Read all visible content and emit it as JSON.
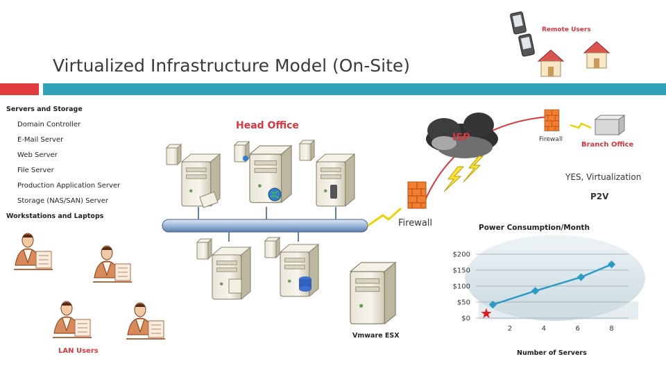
{
  "slide": {
    "title": "Virtualized Infrastructure Model (On-Site)"
  },
  "sidebar": {
    "group1": "Servers and Storage",
    "items": [
      "Domain Controller",
      "E-Mail Server",
      "Web Server",
      "File Server",
      "Production Application Server",
      "Storage (NAS/SAN) Server"
    ],
    "group2": "Workstations and Laptops"
  },
  "labels": {
    "head_office": "Head Office",
    "remote_users": "Remote Users",
    "branch_office": "Branch Office",
    "isp": "ISP",
    "firewall_main": "Firewall",
    "firewall_branch": "Firewall",
    "vmware": "Vmware ESX",
    "lan_users": "LAN Users",
    "yes_virtualization": "YES, Virtualization",
    "p2v": "P2V"
  },
  "colors": {
    "accent_red": "#d9363e",
    "accent_blue": "#2fa3b8",
    "series": "#2a9bc4"
  },
  "chart_data": {
    "type": "line",
    "title": "Power Consumption/Month",
    "xlabel": "Number of Servers",
    "ylabel": "",
    "x": [
      1,
      3.5,
      6.2,
      8
    ],
    "values": [
      42,
      85,
      128,
      168
    ],
    "xticks": [
      "2",
      "4",
      "6",
      "8"
    ],
    "yticks": [
      "$0",
      "$50",
      "$100",
      "$150",
      "$200"
    ],
    "xlim": [
      0,
      9
    ],
    "ylim": [
      0,
      200
    ],
    "grid": true
  }
}
